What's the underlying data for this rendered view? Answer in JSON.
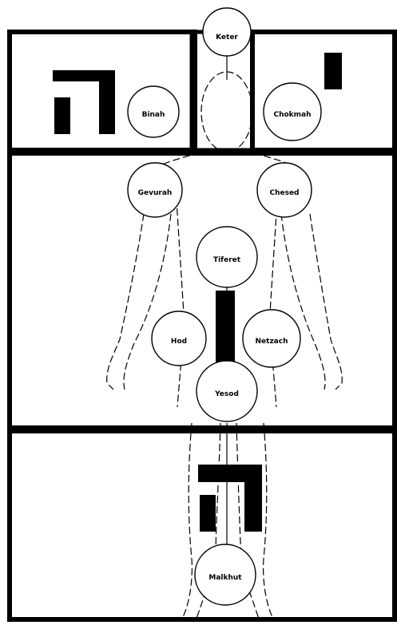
{
  "diagram": {
    "letters": {
      "heh_left": "ה",
      "yod_right": "י",
      "vav_center": "ו",
      "heh_bottom": "ה"
    },
    "sefirot": {
      "keter": "Keter",
      "binah": "Binah",
      "chokmah": "Chokmah",
      "gevurah": "Gevurah",
      "chesed": "Chesed",
      "tiferet": "Tiferet",
      "hod": "Hod",
      "netzach": "Netzach",
      "yesod": "Yesod",
      "malkhut": "Malkhut"
    }
  }
}
